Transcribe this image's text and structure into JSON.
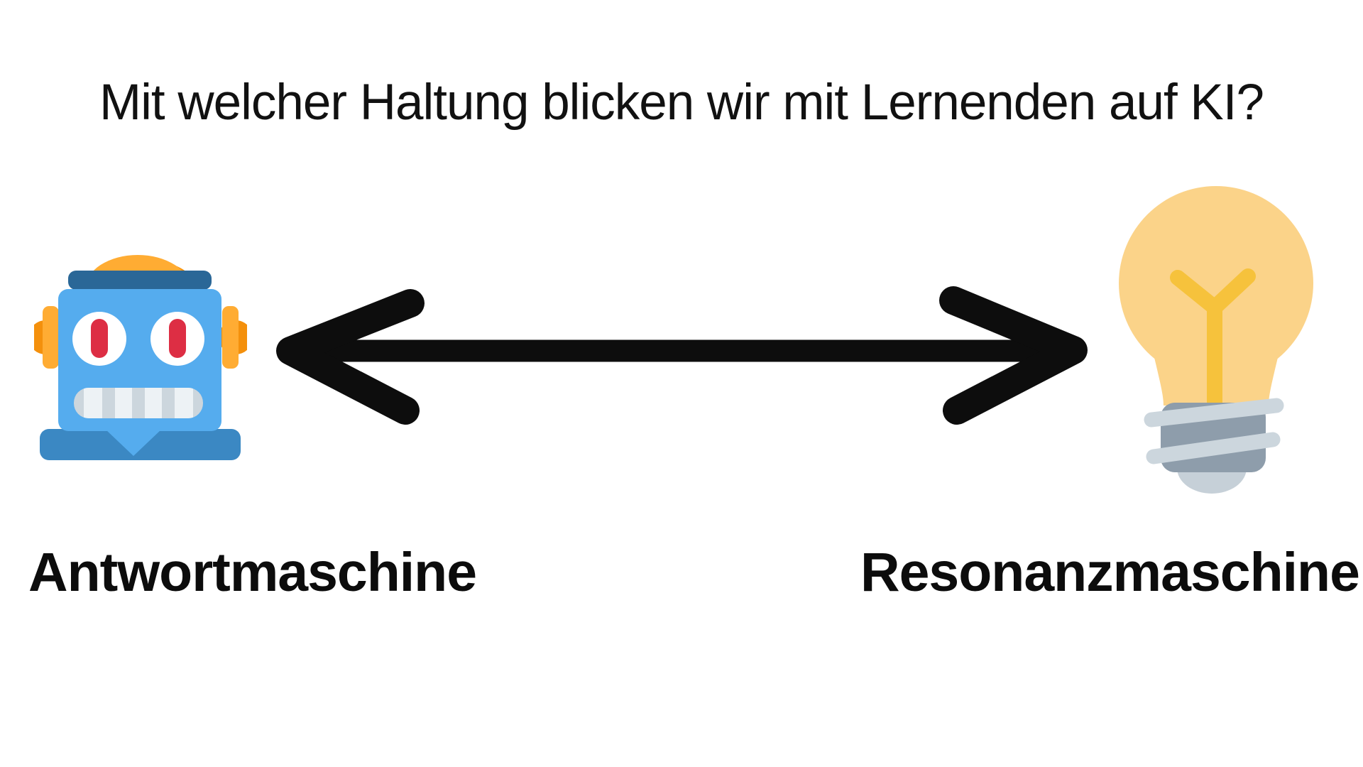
{
  "slide": {
    "title": "Mit welcher Haltung blicken wir mit Lernenden auf KI?",
    "background": "#ffffff",
    "spectrum": {
      "left": {
        "label": "Antwortmaschine",
        "icon": "robot-emoji"
      },
      "right": {
        "label": "Resonanzmaschine",
        "icon": "lightbulb-emoji"
      },
      "arrow": {
        "style": "double-headed-horizontal",
        "color": "#0d0d0d"
      }
    },
    "colors": {
      "text": "#111111",
      "robot_face": "#55ACEE",
      "robot_base": "#3B88C3",
      "robot_band": "#2A6797",
      "robot_ear": "#FFAC33",
      "robot_ear_shadow": "#F4900C",
      "robot_pupil": "#DD2E44",
      "robot_mouth_light": "#EDF2F5",
      "robot_mouth_dark": "#CCD6DD",
      "bulb_glass": "#FBD389",
      "bulb_filament": "#F6C23C",
      "bulb_socket": "#8E9DAB",
      "bulb_socket_band": "#CCD6DD",
      "bulb_socket_tip": "#C6D0D8"
    }
  }
}
